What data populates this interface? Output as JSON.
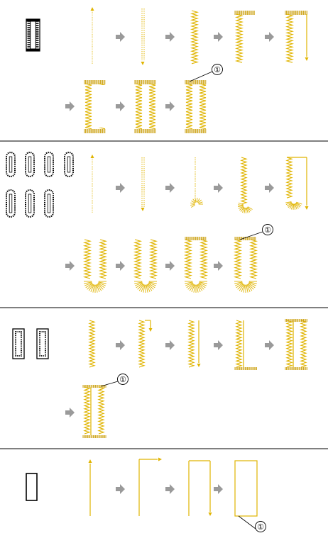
{
  "callout": "①",
  "colors": {
    "stitch": "#e0b400",
    "stitch_dark": "#c89a00",
    "arrow": "#9a9a9a",
    "divider": "#555555",
    "icon": "#000000"
  },
  "sections": [
    {
      "id": "straight-buttonhole",
      "icons": [
        "bartack-buttonhole-icon"
      ],
      "rows": [
        [
          "up-stitch",
          "down-stitch",
          "left-bead",
          "top-bartack",
          "right-bead-down"
        ],
        [
          "full-buttonhole",
          "full-buttonhole",
          "full-buttonhole-callout"
        ]
      ]
    },
    {
      "id": "rounded-buttonholes",
      "icons": [
        "round-end-buttonhole-icons"
      ],
      "rows": [
        [
          "up-stitch",
          "down-stitch",
          "down-fan",
          "left-bead-fan",
          "right-bead-fan"
        ],
        [
          "u-buttonhole",
          "u-buttonhole",
          "u-buttonhole-bar",
          "u-buttonhole-callout"
        ]
      ]
    },
    {
      "id": "bound-buttonhole",
      "icons": [
        "bound-buttonhole-icons"
      ],
      "rows": [
        [
          "left-bead",
          "left-bead-down",
          "right-bead-down",
          "left-bar",
          "double-bar"
        ],
        [
          "bound-callout"
        ]
      ]
    },
    {
      "id": "rectangle-outline",
      "icons": [
        "rectangle-icon"
      ],
      "rows": [
        [
          "line-up",
          "line-corner",
          "line-three-sides",
          "line-rect-callout"
        ]
      ]
    }
  ]
}
